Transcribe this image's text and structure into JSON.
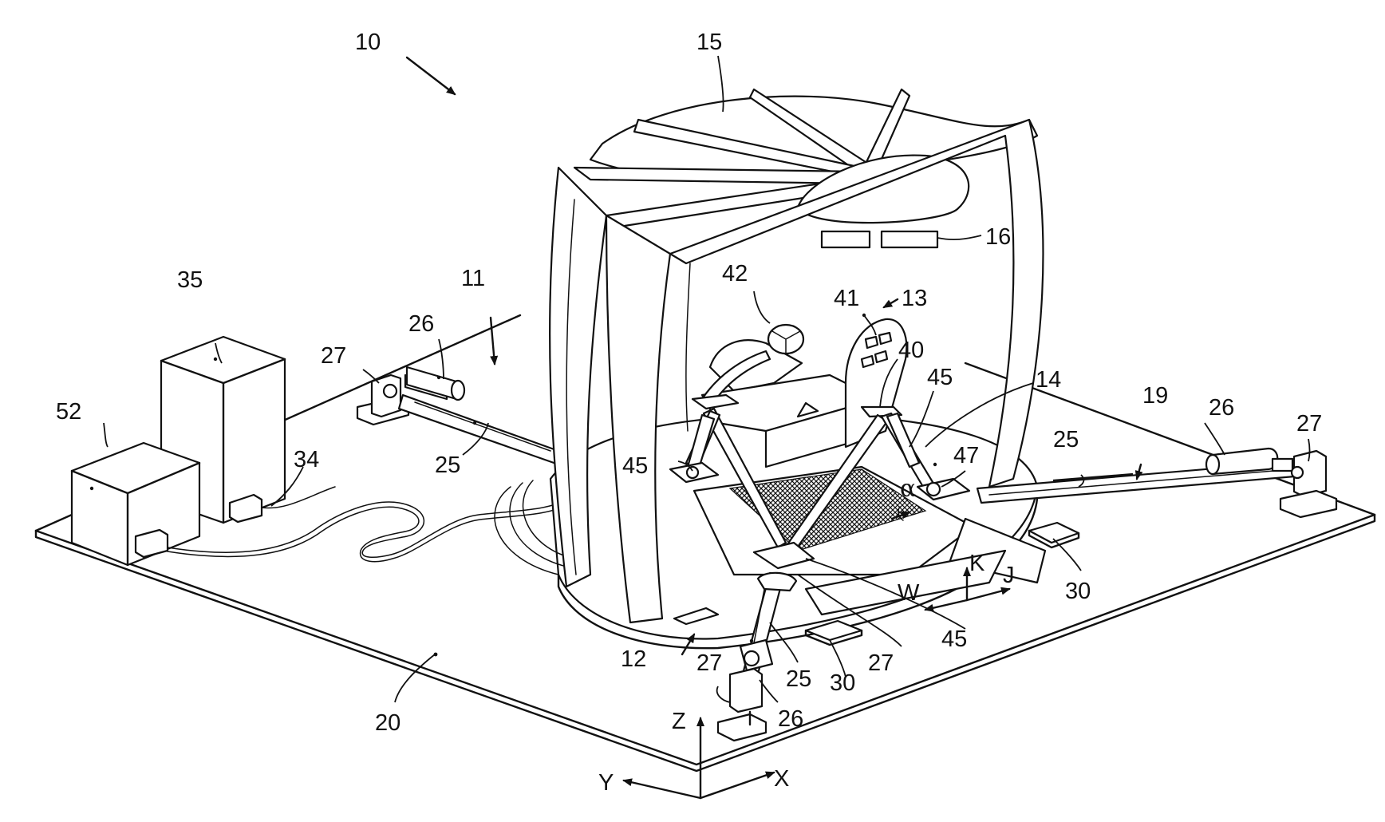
{
  "labels": {
    "l10": "10",
    "l15": "15",
    "l16": "16",
    "l13": "13",
    "l42": "42",
    "l41": "41",
    "l40": "40",
    "l45a": "45",
    "l14": "14",
    "l11": "11",
    "l35": "35",
    "l26a": "26",
    "l27a": "27",
    "l52": "52",
    "l34": "34",
    "l25a": "25",
    "l45b": "45",
    "l47": "47",
    "l19": "19",
    "l26b": "26",
    "l27b": "27",
    "l25b": "25",
    "l30a": "30",
    "lK": "K",
    "lW": "W",
    "lJ": "J",
    "l45c": "45",
    "l12": "12",
    "l27c": "27",
    "l27d": "27",
    "l25c": "25",
    "l30b": "30",
    "l26c": "26",
    "l20": "20",
    "lZ": "Z",
    "lY": "Y",
    "lX": "X",
    "lalpha": "α"
  }
}
